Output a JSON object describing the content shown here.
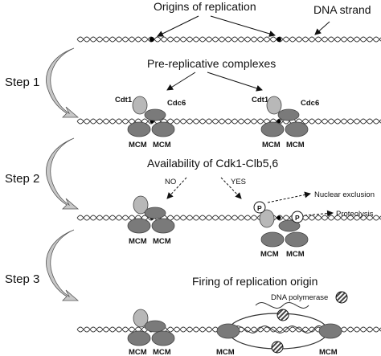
{
  "labels": {
    "origins_of_replication": "Origins of replication",
    "dna_strand": "DNA strand",
    "pre_replicative_complexes": "Pre-replicative complexes",
    "availability": "Availability of Cdk1-Clb5,6",
    "no": "NO",
    "yes": "YES",
    "nuclear_exclusion": "Nuclear exclusion",
    "proteolysis": "Proteolysis",
    "firing": "Firing of replication origin",
    "dna_polymerase": "DNA polymerase",
    "cdt1": "Cdt1",
    "cdc6": "Cdc6",
    "mcm": "MCM",
    "p": "P"
  },
  "steps": [
    "Step 1",
    "Step 2",
    "Step 3"
  ],
  "colors": {
    "protein_dark": "#7a7a7a",
    "protein_light": "#b8b8b8",
    "dna_line": "#333333",
    "arrow_fill": "#c8c8c8"
  }
}
